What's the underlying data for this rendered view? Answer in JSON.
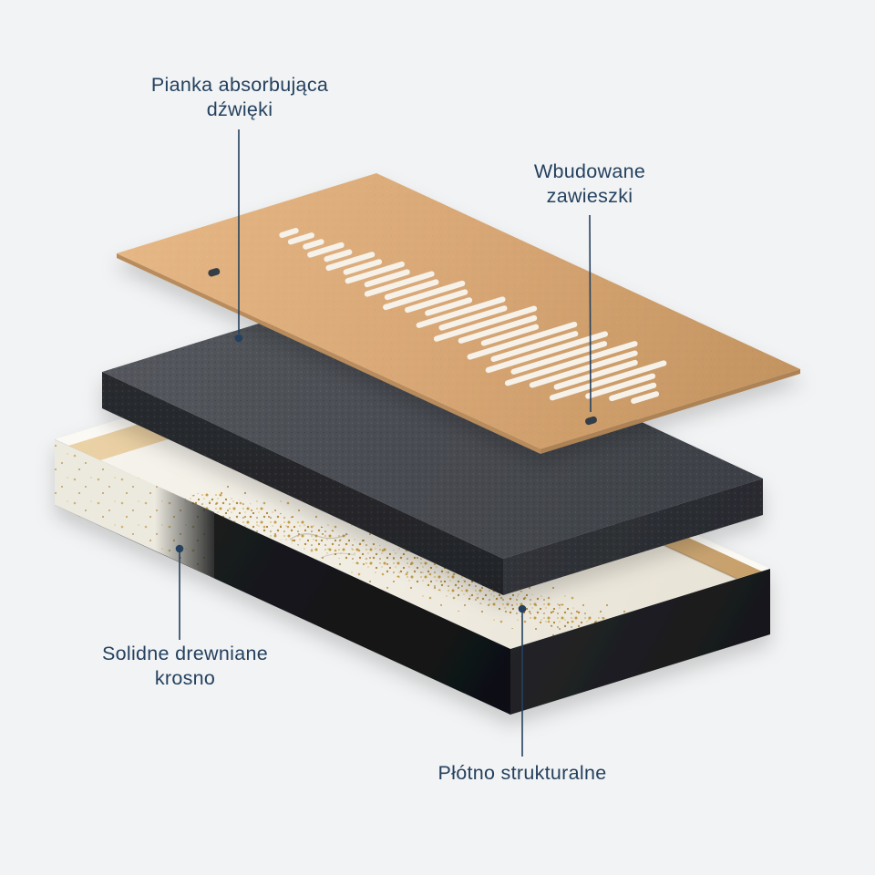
{
  "background": "#f2f3f4",
  "accent": "#24415f",
  "labels": {
    "foam": {
      "line1": "Pianka absorbująca",
      "line2": "dźwięki"
    },
    "hangers": {
      "line1": "Wbudowane",
      "line2": "zawieszki"
    },
    "frame": {
      "line1": "Solidne drewniane",
      "line2": "krosno"
    },
    "canvas": {
      "line1": "Płótno strukturalne"
    }
  },
  "layers": {
    "board": {
      "role": "perforated hdf board",
      "color": "#d8a876",
      "edge_color": "#b98c5d",
      "slot_color": "#f6f2ea"
    },
    "foam": {
      "role": "sound absorbing foam",
      "color": "#45484e"
    },
    "canvas": {
      "role": "canvas on wooden stretcher frame",
      "top_color": "#f3f0e8",
      "side_color": "#17181a",
      "wood_color": "#dcba8c",
      "gold_color": "#c49a43"
    }
  },
  "soundwave": {
    "slot_lengths": [
      16,
      24,
      18,
      36,
      26,
      50,
      38,
      62,
      46,
      74,
      56,
      88,
      66,
      48,
      96,
      72,
      112,
      84,
      60,
      120,
      94,
      134,
      104,
      146,
      118,
      90,
      128,
      74,
      48,
      26
    ]
  },
  "hangers": {
    "color": "#363d47",
    "positions": [
      {
        "a": 0.13,
        "b": 0.15
      },
      {
        "a": 0.26,
        "b": 0.96
      }
    ]
  }
}
